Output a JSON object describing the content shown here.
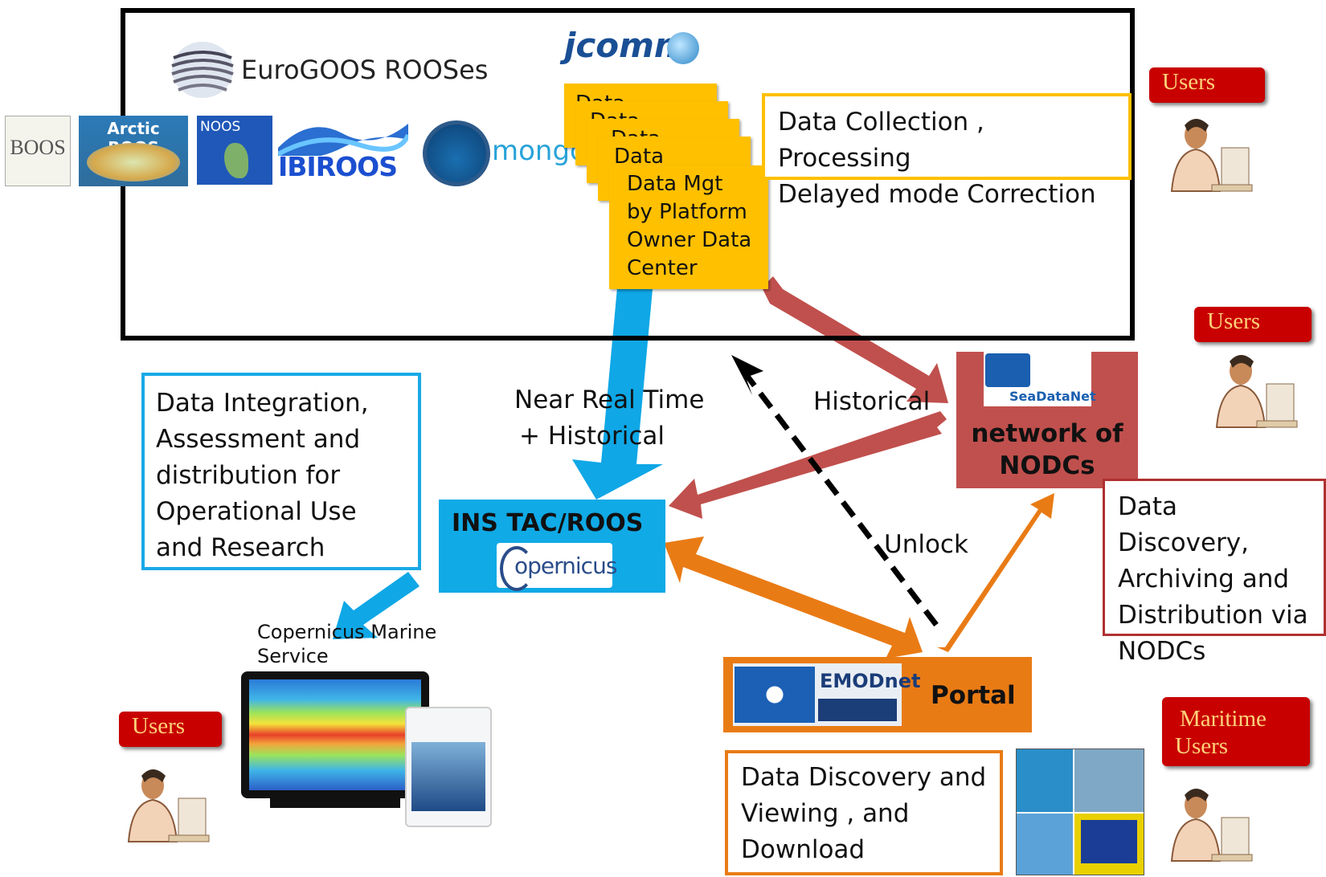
{
  "rooses": {
    "title": "EuroGOOS ROOSes",
    "jcomm": "jcomm",
    "boos": "BOOS",
    "arctic": "Arctic ROOS",
    "noos": "NOOS",
    "ibiroos": "IBIROOS",
    "mongoos": "mongoos"
  },
  "data_cards": {
    "stack_label": "Data",
    "lines": [
      "Data Mgt",
      "by Platform",
      "Owner Data",
      "Center"
    ]
  },
  "notes": {
    "collection": [
      "Data Collection , Processing",
      "Delayed mode Correction"
    ],
    "integration": [
      "Data Integration,",
      "Assessment and",
      "distribution for",
      "Operational Use",
      "and Research"
    ],
    "nodc_discovery": [
      "Data Discovery,",
      "Archiving and",
      "Distribution via",
      "NODCs"
    ],
    "portal_discovery": [
      "Data Discovery and",
      "Viewing , and",
      "Download"
    ]
  },
  "flows": {
    "nrt": [
      "Near Real Time",
      "+ Historical"
    ],
    "historical": "Historical",
    "unlock": "Unlock"
  },
  "nodes": {
    "ins_tac": "INS TAC/ROOS",
    "copernicus": "opernicus",
    "seadatanet": "SeaDataNet",
    "nodc": [
      "network of",
      "NODCs"
    ],
    "emodnet": "EMODnet",
    "portal": "Portal",
    "cmems": [
      "Copernicus Marine",
      "Service"
    ]
  },
  "users": {
    "top": "Users",
    "mid": "Users",
    "left": "Users",
    "maritime": [
      "Maritime",
      "Users"
    ]
  },
  "colors": {
    "blue_arrow": "#0fa7e6",
    "red_arrow": "#c0504d",
    "orange_arrow": "#e97b15",
    "card_yellow": "#ffc000",
    "nodc_red": "#c0504d",
    "portal_orange": "#e97b15"
  }
}
